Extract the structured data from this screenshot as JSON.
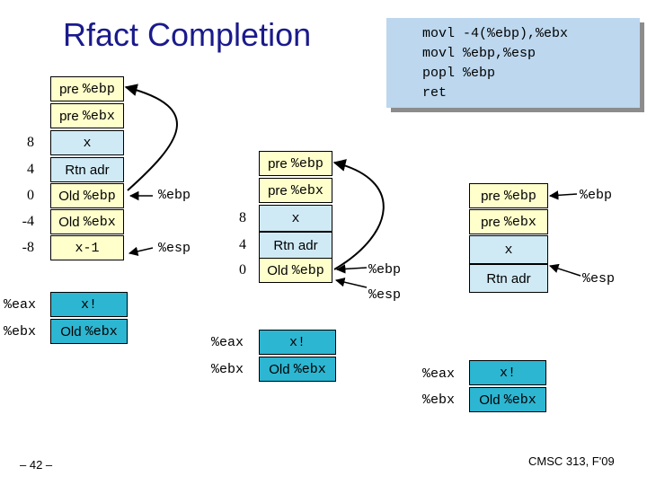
{
  "title": "Rfact Completion",
  "code_lines": [
    "movl -4(%ebp),%ebx",
    "movl %ebp,%esp",
    "popl %ebp",
    "ret"
  ],
  "label_pre": "pre",
  "label_rtn_adr": "Rtn adr",
  "label_old": "Old",
  "reg_ebp": "%ebp",
  "reg_ebx": "%ebx",
  "reg_esp": "%esp",
  "reg_eax": "%eax",
  "val_x": "x",
  "val_x_minus_1": "x-1",
  "val_fact": "x!",
  "stack1": {
    "offsets": [
      "8",
      "4",
      "0",
      "-4",
      "-8"
    ]
  },
  "stack2": {
    "offsets": [
      "8",
      "4",
      "0"
    ]
  },
  "footer_page": "– 42 –",
  "footer_course": "CMSC 313, F'09"
}
